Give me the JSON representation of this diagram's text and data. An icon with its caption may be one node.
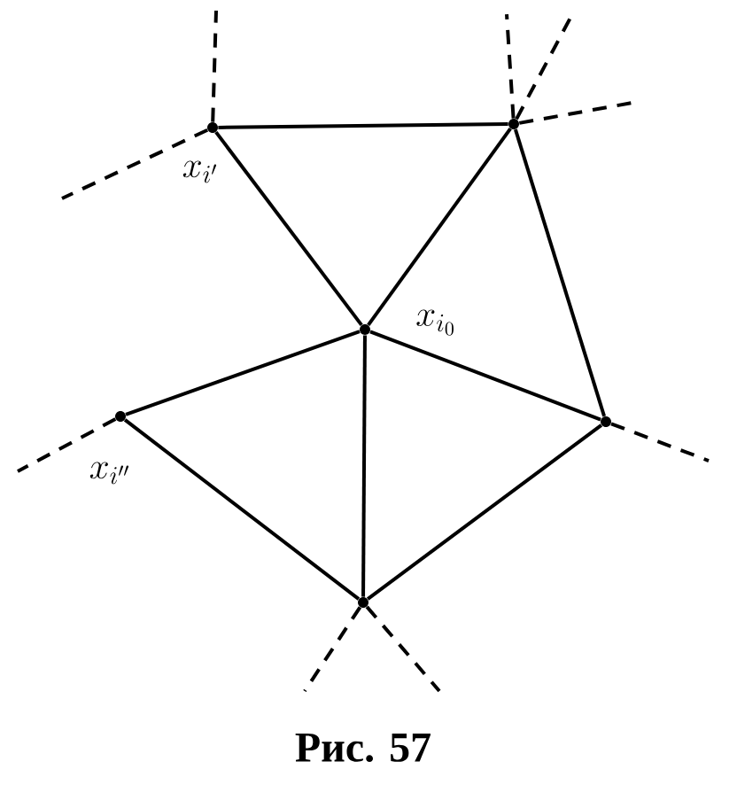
{
  "diagram": {
    "caption": "Рис. 57",
    "nodes": [
      {
        "text": [],
        "shape": "circle",
        "beside": [
          "x_{i'}"
        ]
      },
      {
        "text": [],
        "shape": "circle"
      },
      {
        "text": [],
        "shape": "circle",
        "beside": [
          "x_{i_0}"
        ]
      },
      {
        "text": [],
        "shape": "circle",
        "beside": [
          "x_{i''}"
        ]
      },
      {
        "text": [],
        "shape": "circle"
      },
      {
        "text": [],
        "shape": "circle"
      }
    ],
    "edges": [
      {
        "from": 0,
        "to": 1,
        "arrow": "none"
      },
      {
        "from": 0,
        "to": 2,
        "arrow": "none"
      },
      {
        "from": 1,
        "to": 2,
        "arrow": "none"
      },
      {
        "from": 1,
        "to": 4,
        "arrow": "none"
      },
      {
        "from": 2,
        "to": 4,
        "arrow": "none"
      },
      {
        "from": 2,
        "to": 3,
        "arrow": "none"
      },
      {
        "from": 2,
        "to": 5,
        "arrow": "none"
      },
      {
        "from": 3,
        "to": 5,
        "arrow": "none"
      },
      {
        "from": 5,
        "to": 4,
        "arrow": "none"
      },
      {
        "from": 0,
        "to": null,
        "arrow": "none",
        "style": "dashed"
      },
      {
        "from": 0,
        "to": null,
        "arrow": "none",
        "style": "dashed"
      },
      {
        "from": 1,
        "to": null,
        "arrow": "none",
        "style": "dashed"
      },
      {
        "from": 1,
        "to": null,
        "arrow": "none",
        "style": "dashed"
      },
      {
        "from": 1,
        "to": null,
        "arrow": "none",
        "style": "dashed"
      },
      {
        "from": 4,
        "to": null,
        "arrow": "none",
        "style": "dashed"
      },
      {
        "from": 3,
        "to": null,
        "arrow": "none",
        "style": "dashed"
      },
      {
        "from": 5,
        "to": null,
        "arrow": "none",
        "style": "dashed"
      },
      {
        "from": 5,
        "to": null,
        "arrow": "none",
        "style": "dashed"
      }
    ]
  }
}
